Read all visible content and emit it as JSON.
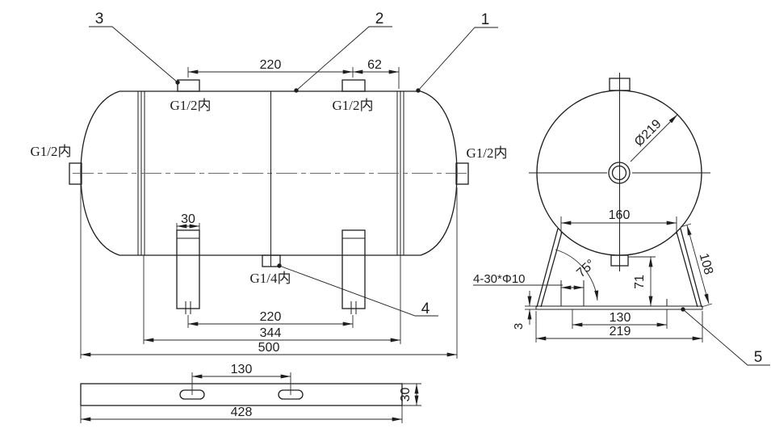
{
  "page": {
    "background": "#ffffff",
    "line_color": "#1e1e1e",
    "centerline_color": "#6e6e6e"
  },
  "callouts": {
    "c1": "1",
    "c2": "2",
    "c3": "3",
    "c4": "4",
    "c5": "5"
  },
  "main_view": {
    "dims": {
      "top_ports_spacing": "220",
      "port_to_seam": "62",
      "leg_width": "30",
      "legs_spacing": "220",
      "seam_to_seam": "344",
      "overall_length": "500"
    },
    "labels": {
      "top_left_port": "G1/2内",
      "top_right_port": "G1/2内",
      "left_end_port": "G1/2内",
      "right_end_port": "G1/2内",
      "bottom_port": "G1/4内"
    }
  },
  "end_view": {
    "dims": {
      "diameter": "Ø219",
      "leg_top_width": "160",
      "leg_angle": "75°",
      "leg_height": "71",
      "leg_length": "108",
      "slot_centers": "130",
      "base_width": "219",
      "plate_thickness": "3"
    },
    "labels": {
      "slot_holes": "4-30*Φ10"
    }
  },
  "bottom_view": {
    "dims": {
      "slot_centers": "130",
      "plate_length": "428",
      "plate_width": "30"
    }
  }
}
